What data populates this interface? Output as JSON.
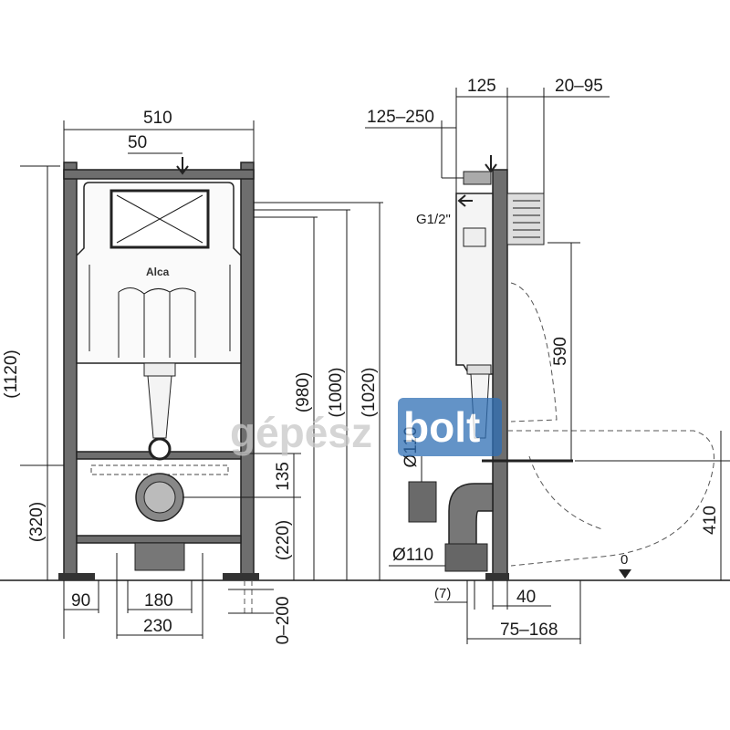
{
  "front_view": {
    "brand_logo": "Alca",
    "dims": {
      "width_top": "510",
      "offset_top": "50",
      "height_left": "(1120)",
      "height_left_low": "(320)",
      "h_980": "(980)",
      "h_1000": "(1000)",
      "h_1020": "(1020)",
      "h_135": "135",
      "h_220": "(220)",
      "foot_range": "0–200",
      "bottom_90": "90",
      "bottom_180": "180",
      "bottom_230": "230"
    }
  },
  "side_view": {
    "dims": {
      "top_125": "125",
      "top_20_95": "20–95",
      "top_125_250": "125–250",
      "water_inlet": "G1/2\"",
      "h_590": "590",
      "h_410": "410",
      "pipe_110_upper": "Ø110",
      "pipe_110_lower": "Ø110",
      "dim_7": "(7)",
      "dim_40": "40",
      "dim_75_168": "75–168",
      "floor_level": "0"
    }
  },
  "watermark": {
    "part1": "gépész",
    "part2": "bolt"
  },
  "colors": {
    "frame_gray": "#6e6e6e",
    "line": "#1a1a1a",
    "watermark_gray": "#c8c8c8",
    "watermark_blue": "#2f6fb5"
  }
}
